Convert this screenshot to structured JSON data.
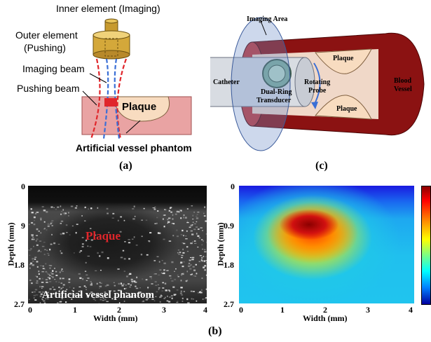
{
  "panel_a": {
    "inner_element": "Inner element (Imaging)",
    "outer_element_line1": "Outer element",
    "outer_element_line2": "(Pushing)",
    "imaging_beam": "Imaging beam",
    "pushing_beam": "Pushing beam",
    "plaque": "Plaque",
    "phantom": "Artificial vessel phantom",
    "caption": "(a)"
  },
  "panel_c": {
    "imaging_area": "Imaging Area",
    "catheter": "Catheter",
    "transducer_line1": "Dual-Ring",
    "transducer_line2": "Transducer",
    "probe_line1": "Rotating",
    "probe_line2": "Probe",
    "plaque_top": "Plaque",
    "plaque_bottom": "Plaque",
    "vessel_line1": "Blood",
    "vessel_line2": "Vessel",
    "caption": "(c)"
  },
  "panel_b": {
    "caption": "(b)",
    "left": {
      "ylabel": "Depth (mm)",
      "xlabel": "Width (mm)",
      "yticks": [
        "0",
        "9",
        "1.8",
        "2.7"
      ],
      "xticks": [
        "0",
        "1",
        "2",
        "3",
        "4"
      ],
      "plaque_label": "Plaque",
      "phantom_label": "Artificial vessel phantom"
    },
    "right": {
      "ylabel": "Depth (mm)",
      "xlabel": "Width (mm)",
      "yticks": [
        "0",
        "0.9",
        "1.8",
        "2.7"
      ],
      "xticks": [
        "0",
        "1",
        "2",
        "3",
        "4"
      ]
    }
  },
  "colors": {
    "beam_red": "#e0262b",
    "beam_blue": "#3a6fd6",
    "phantom_pink": "#e9a3a3",
    "plaque_peach": "#f8dcc0",
    "vessel_red": "#8b1212",
    "transducer_gold": "#d4a83a"
  }
}
